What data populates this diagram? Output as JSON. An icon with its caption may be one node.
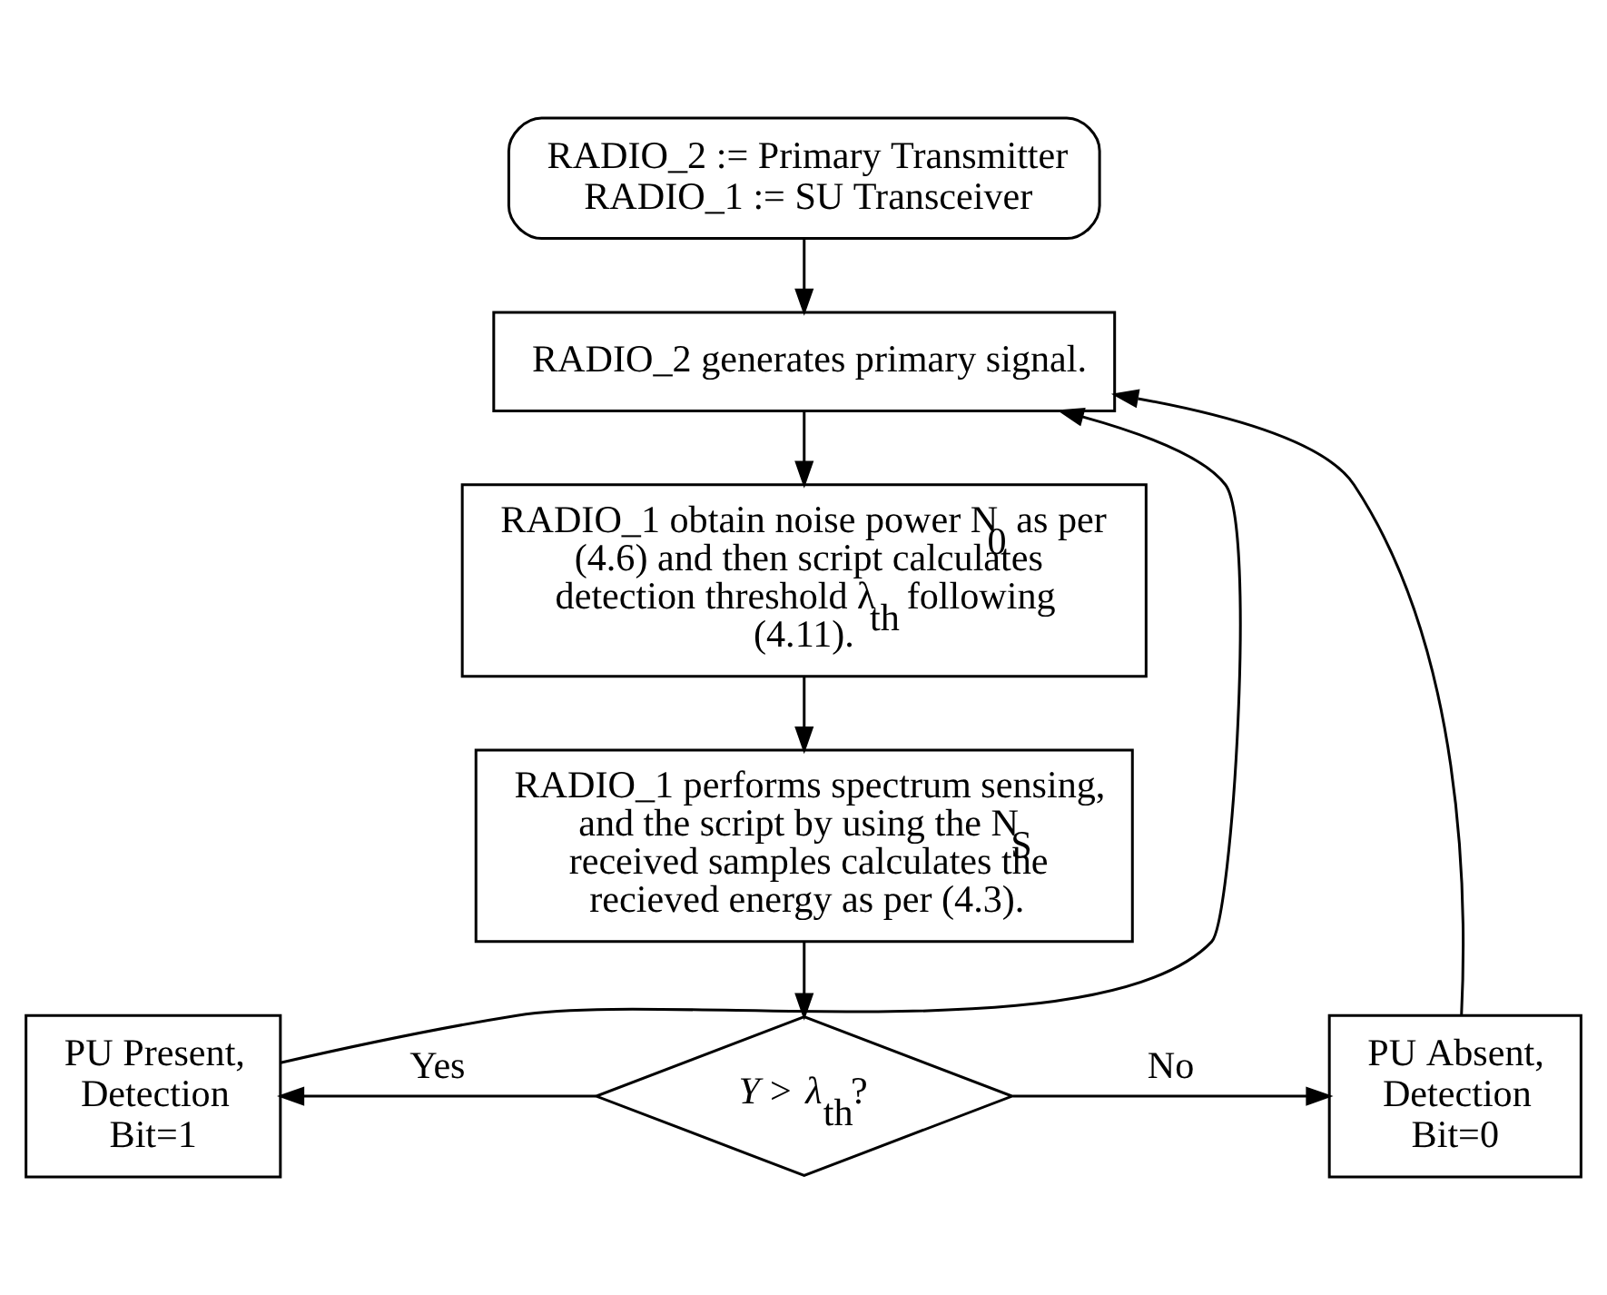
{
  "diagram": {
    "nodes": [
      {
        "text": [
          "RADIO_2 := Primary Transmitter",
          "RADIO_1 := SU Transceiver"
        ]
      },
      {
        "text": [
          "RADIO_2 generates primary signal."
        ]
      },
      {
        "text": [
          "RADIO_1 obtain noise power N$_{0}$ as per (4.6) and then script calculates detection threshold λ$_{th}$ following (4.11)."
        ]
      },
      {
        "text": [
          "RADIO_1 performs spectrum sensing, and the script by using the N$_{S}$ received samples calculates the recieved energy as per (4.3)."
        ]
      },
      {
        "text": [
          "*Y* > *λ*$_{th}$?"
        ]
      },
      {
        "text": [
          "PU Present, Detection Bit=1"
        ]
      },
      {
        "text": [
          "PU Absent, Detection Bit=0"
        ]
      }
    ],
    "edges": [
      {
        "from": 0,
        "to": 1,
        "arrow": "to"
      },
      {
        "from": 1,
        "to": 2,
        "arrow": "to"
      },
      {
        "from": 2,
        "to": 3,
        "arrow": "to"
      },
      {
        "from": 3,
        "to": 4,
        "arrow": "to"
      },
      {
        "from": 4,
        "to": 5,
        "arrow": "to",
        "label": "Yes"
      },
      {
        "from": 4,
        "to": 6,
        "arrow": "to",
        "label": "No"
      },
      {
        "from": 5,
        "to": 1,
        "arrow": "to"
      },
      {
        "from": 6,
        "to": 1,
        "arrow": "to"
      }
    ]
  }
}
